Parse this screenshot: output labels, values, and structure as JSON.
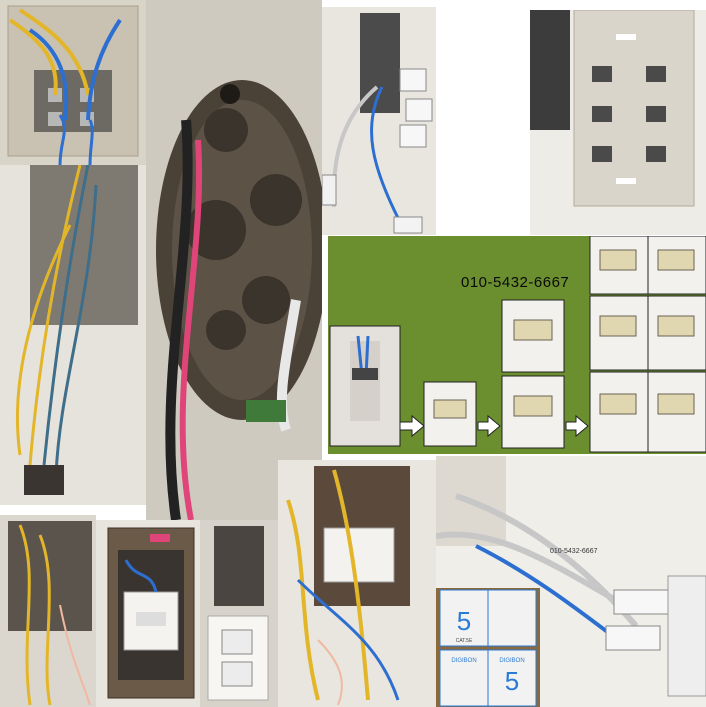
{
  "collage": {
    "annotations": {
      "phone_number_diagram": "010-5432-6667",
      "phone_number_cable": "010-5432-6667"
    },
    "box_labels": {
      "brand": "DIGIBON",
      "category_numeral": "5",
      "sub_label": "CAT.5E"
    },
    "colors": {
      "diagram_background": "#6b8e2f",
      "jack_border": "#222222",
      "arrow_fill": "#ffffff",
      "wire_blue": "#2d6fd1",
      "wire_yellow": "#e3b62a",
      "wire_pink": "#e0457a",
      "box_blue": "#2a7bd6"
    },
    "icons": [
      "arrow-right-icon",
      "rj45-jack-icon",
      "wall-plate-icon"
    ]
  }
}
